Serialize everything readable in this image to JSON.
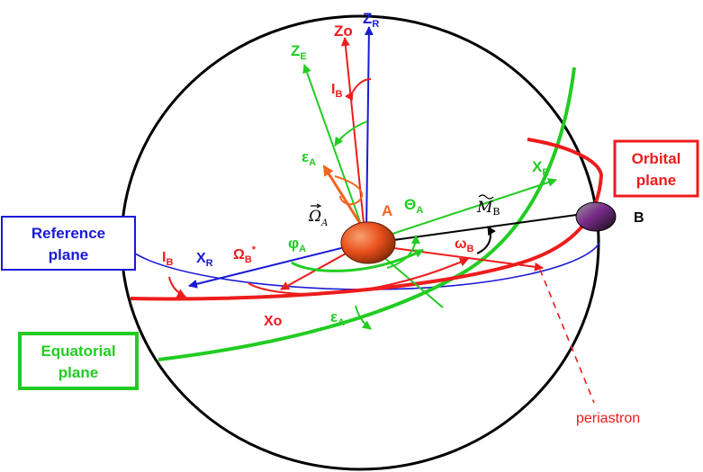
{
  "boxes": {
    "reference": {
      "line1": "Reference",
      "line2": "plane"
    },
    "orbital": {
      "line1": "Orbital",
      "line2": "plane"
    },
    "equatorial": {
      "line1": "Equatorial",
      "line2": "plane"
    }
  },
  "labels": {
    "zr": {
      "main": "Z",
      "sub": "R"
    },
    "zo": "Zo",
    "ze": {
      "main": "Z",
      "sub": "E"
    },
    "ib_top": {
      "main": "I",
      "sub": "B"
    },
    "epsilon_top": {
      "main": "ε",
      "sub": "A"
    },
    "omega_vec": {
      "main": "Ω",
      "sub": "A"
    },
    "a": "A",
    "theta": {
      "main": "Θ",
      "sub": "A"
    },
    "mb": {
      "main": "M",
      "sub": "B"
    },
    "xe": {
      "main": "X",
      "sub": "E"
    },
    "b": "B",
    "ib_left": {
      "main": "I",
      "sub": "B"
    },
    "xr": {
      "main": "X",
      "sub": "R"
    },
    "omega_b": {
      "main": "Ω",
      "sub": "B",
      "sup": "*"
    },
    "phi": {
      "main": "φ",
      "sub": "A"
    },
    "omega_small": {
      "main": "ω",
      "sub": "B"
    },
    "xo": "Xo",
    "epsilon_bottom": {
      "main": "ε",
      "sub": "A"
    },
    "periastron": "periastron"
  },
  "colors": {
    "reference": "#1a1ad6",
    "orbital": "#ee1c1c",
    "equatorial": "#22cc22",
    "spin": "#f26522",
    "black": "#000000",
    "star_a": "#e8501c"
  }
}
